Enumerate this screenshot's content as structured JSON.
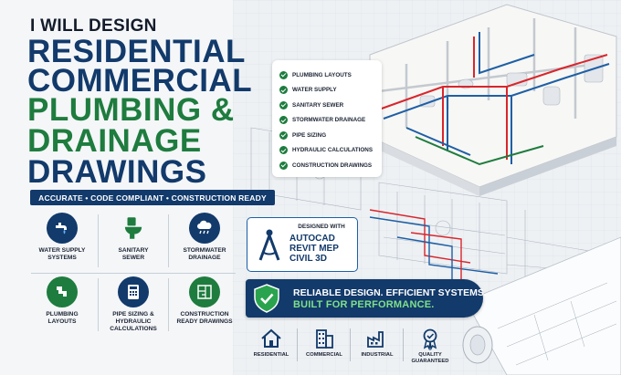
{
  "headline": {
    "kicker": "I WILL DESIGN",
    "line1": "RESIDENTIAL",
    "line2": "COMMERCIAL",
    "line3": "PLUMBING &",
    "line4": "DRAINAGE",
    "line5": "DRAWINGS"
  },
  "tagline": "ACCURATE • CODE COMPLIANT • CONSTRUCTION READY",
  "services": [
    {
      "label_1": "WATER SUPPLY",
      "label_2": "SYSTEMS",
      "icon": "faucet-icon"
    },
    {
      "label_1": "SANITARY",
      "label_2": "SEWER",
      "icon": "toilet-icon"
    },
    {
      "label_1": "STORMWATER",
      "label_2": "DRAINAGE",
      "icon": "rain-cloud-icon"
    },
    {
      "label_1": "PLUMBING",
      "label_2": "LAYOUTS",
      "icon": "pipe-icon"
    },
    {
      "label_1": "PIPE SIZING &",
      "label_2": "HYDRAULIC",
      "label_3": "CALCULATIONS",
      "icon": "calculator-icon"
    },
    {
      "label_1": "CONSTRUCTION",
      "label_2": "READY DRAWINGS",
      "icon": "blueprint-icon"
    }
  ],
  "checklist": [
    "PLUMBING LAYOUTS",
    "WATER SUPPLY",
    "SANITARY SEWER",
    "STORMWATER DRAINAGE",
    "PIPE SIZING",
    "HYDRAULIC CALCULATIONS",
    "CONSTRUCTION DRAWINGS"
  ],
  "software": {
    "heading_1": "DESIGNED WITH",
    "tools": [
      "AUTOCAD",
      "REVIT MEP",
      "CIVIL 3D"
    ]
  },
  "banner": {
    "line1": "RELIABLE DESIGN. EFFICIENT SYSTEMS.",
    "line2": "BUILT FOR PERFORMANCE."
  },
  "sectors": [
    {
      "label_1": "RESIDENTIAL",
      "icon": "house-icon"
    },
    {
      "label_1": "COMMERCIAL",
      "icon": "office-building-icon"
    },
    {
      "label_1": "INDUSTRIAL",
      "icon": "factory-icon"
    },
    {
      "label_1": "QUALITY",
      "label_2": "GUARANTEED",
      "icon": "award-ribbon-icon"
    }
  ],
  "colors": {
    "navy": "#123a6b",
    "green": "#1e7c3e",
    "light_green": "#7ee08a",
    "pipe_red": "#d8262c",
    "pipe_blue": "#1e5fa5"
  }
}
